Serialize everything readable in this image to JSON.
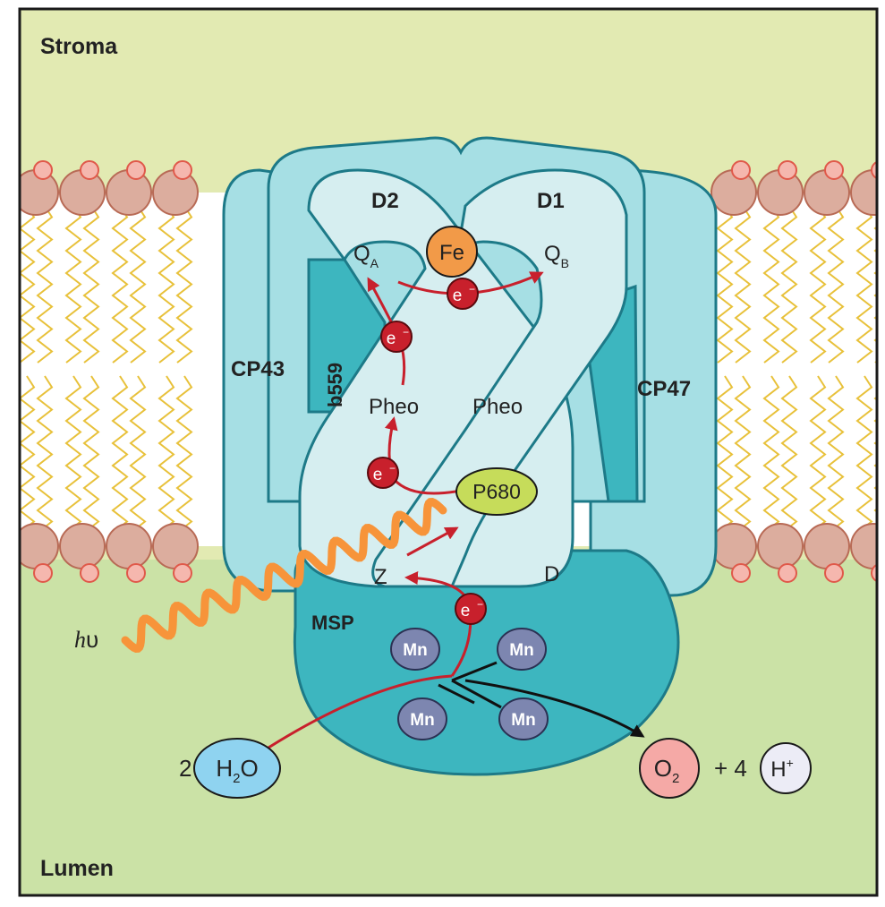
{
  "regions": {
    "stroma": "Stroma",
    "lumen": "Lumen"
  },
  "subunits": {
    "d2": "D2",
    "d1": "D1",
    "cp43": "CP43",
    "cp47": "CP47",
    "b559": "b559",
    "msp": "MSP",
    "d": "D"
  },
  "cofactors": {
    "fe": "Fe",
    "qa_main": "Q",
    "qa_sub": "A",
    "qb_main": "Q",
    "qb_sub": "B",
    "pheo_left": "Pheo",
    "pheo_right": "Pheo",
    "p680": "P680",
    "z": "Z",
    "mn_1": "Mn",
    "mn_2": "Mn",
    "mn_3": "Mn",
    "mn_4": "Mn"
  },
  "electron": {
    "label": "e",
    "sup": "−"
  },
  "light": {
    "h": "h",
    "nu": "υ"
  },
  "water": {
    "coef": "2",
    "h": "H",
    "sub": "2",
    "o": "O"
  },
  "oxygen": {
    "o": "O",
    "sub": "2"
  },
  "protons": {
    "plus": "+ 4",
    "h": "H",
    "sup": "+"
  },
  "colors": {
    "stroma": "#e2eab2",
    "lumen": "#cbe2a6",
    "outer_protein": "#a6dfe4",
    "dark_protein": "#3db6bf",
    "inner_protein": "#d6eef0",
    "lipid_head": "#dcad9e",
    "electron": "#c8202c",
    "fe": "#f29a48",
    "p680": "#c6dc5a",
    "mn": "#7d86b0",
    "water": "#8fd3f0",
    "oxygen": "#f5a9a6",
    "light_wave": "#f7943a"
  }
}
